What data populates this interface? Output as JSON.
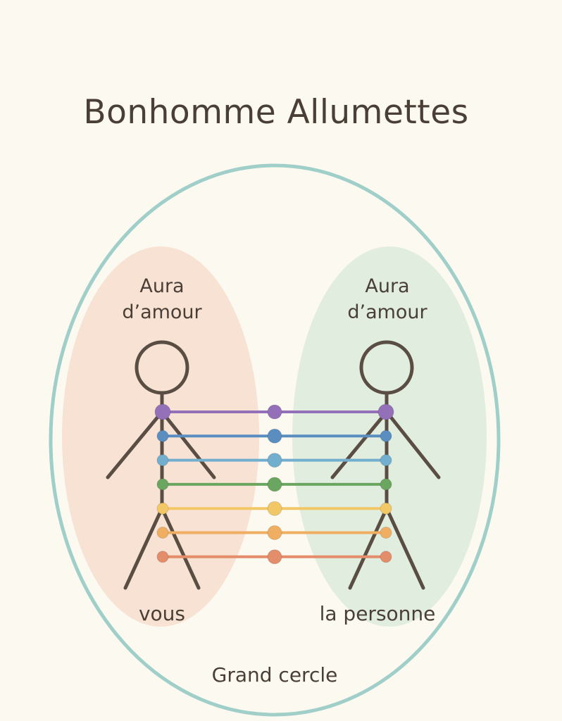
{
  "title": "Bonhomme Allumettes",
  "left_aura": {
    "line1": "Aura",
    "line2": "d’amour",
    "label": "vous",
    "color": "#f6dccd"
  },
  "right_aura": {
    "line1": "Aura",
    "line2": "d’amour",
    "label": "la personne",
    "color": "#dcebdc"
  },
  "outer_circle": {
    "label": "Grand cercle",
    "color": "#9fcfc8"
  },
  "cords": [
    {
      "name": "violet",
      "color": "#9470b8"
    },
    {
      "name": "blue",
      "color": "#5b8ec0"
    },
    {
      "name": "light-blue",
      "color": "#72aece"
    },
    {
      "name": "green",
      "color": "#6aa660"
    },
    {
      "name": "yellow",
      "color": "#f2c766"
    },
    {
      "name": "orange",
      "color": "#f0ae62"
    },
    {
      "name": "salmon",
      "color": "#e38d6a"
    }
  ]
}
